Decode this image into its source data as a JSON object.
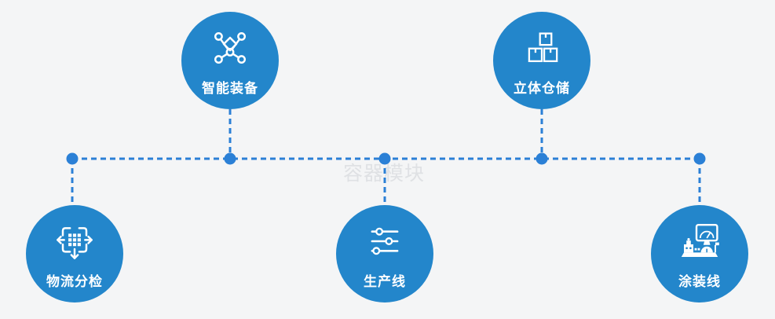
{
  "diagram": {
    "watermark": "容器模块",
    "colors": {
      "background": "#f4f5f6",
      "node_fill": "#2386cb",
      "connector": "#2b80d6",
      "label": "#ffffff",
      "watermark_color": "#dfe1e4"
    },
    "nodes": [
      {
        "label": "智能装备",
        "icon": "network-nodes-icon",
        "position": "top-left"
      },
      {
        "label": "立体仓储",
        "icon": "stacked-boxes-icon",
        "position": "top-right"
      },
      {
        "label": "物流分检",
        "icon": "sort-distribute-icon",
        "position": "bottom-left"
      },
      {
        "label": "生产线",
        "icon": "sliders-icon",
        "position": "bottom-center"
      },
      {
        "label": "涂装线",
        "icon": "paint-station-icon",
        "position": "bottom-right"
      }
    ]
  }
}
